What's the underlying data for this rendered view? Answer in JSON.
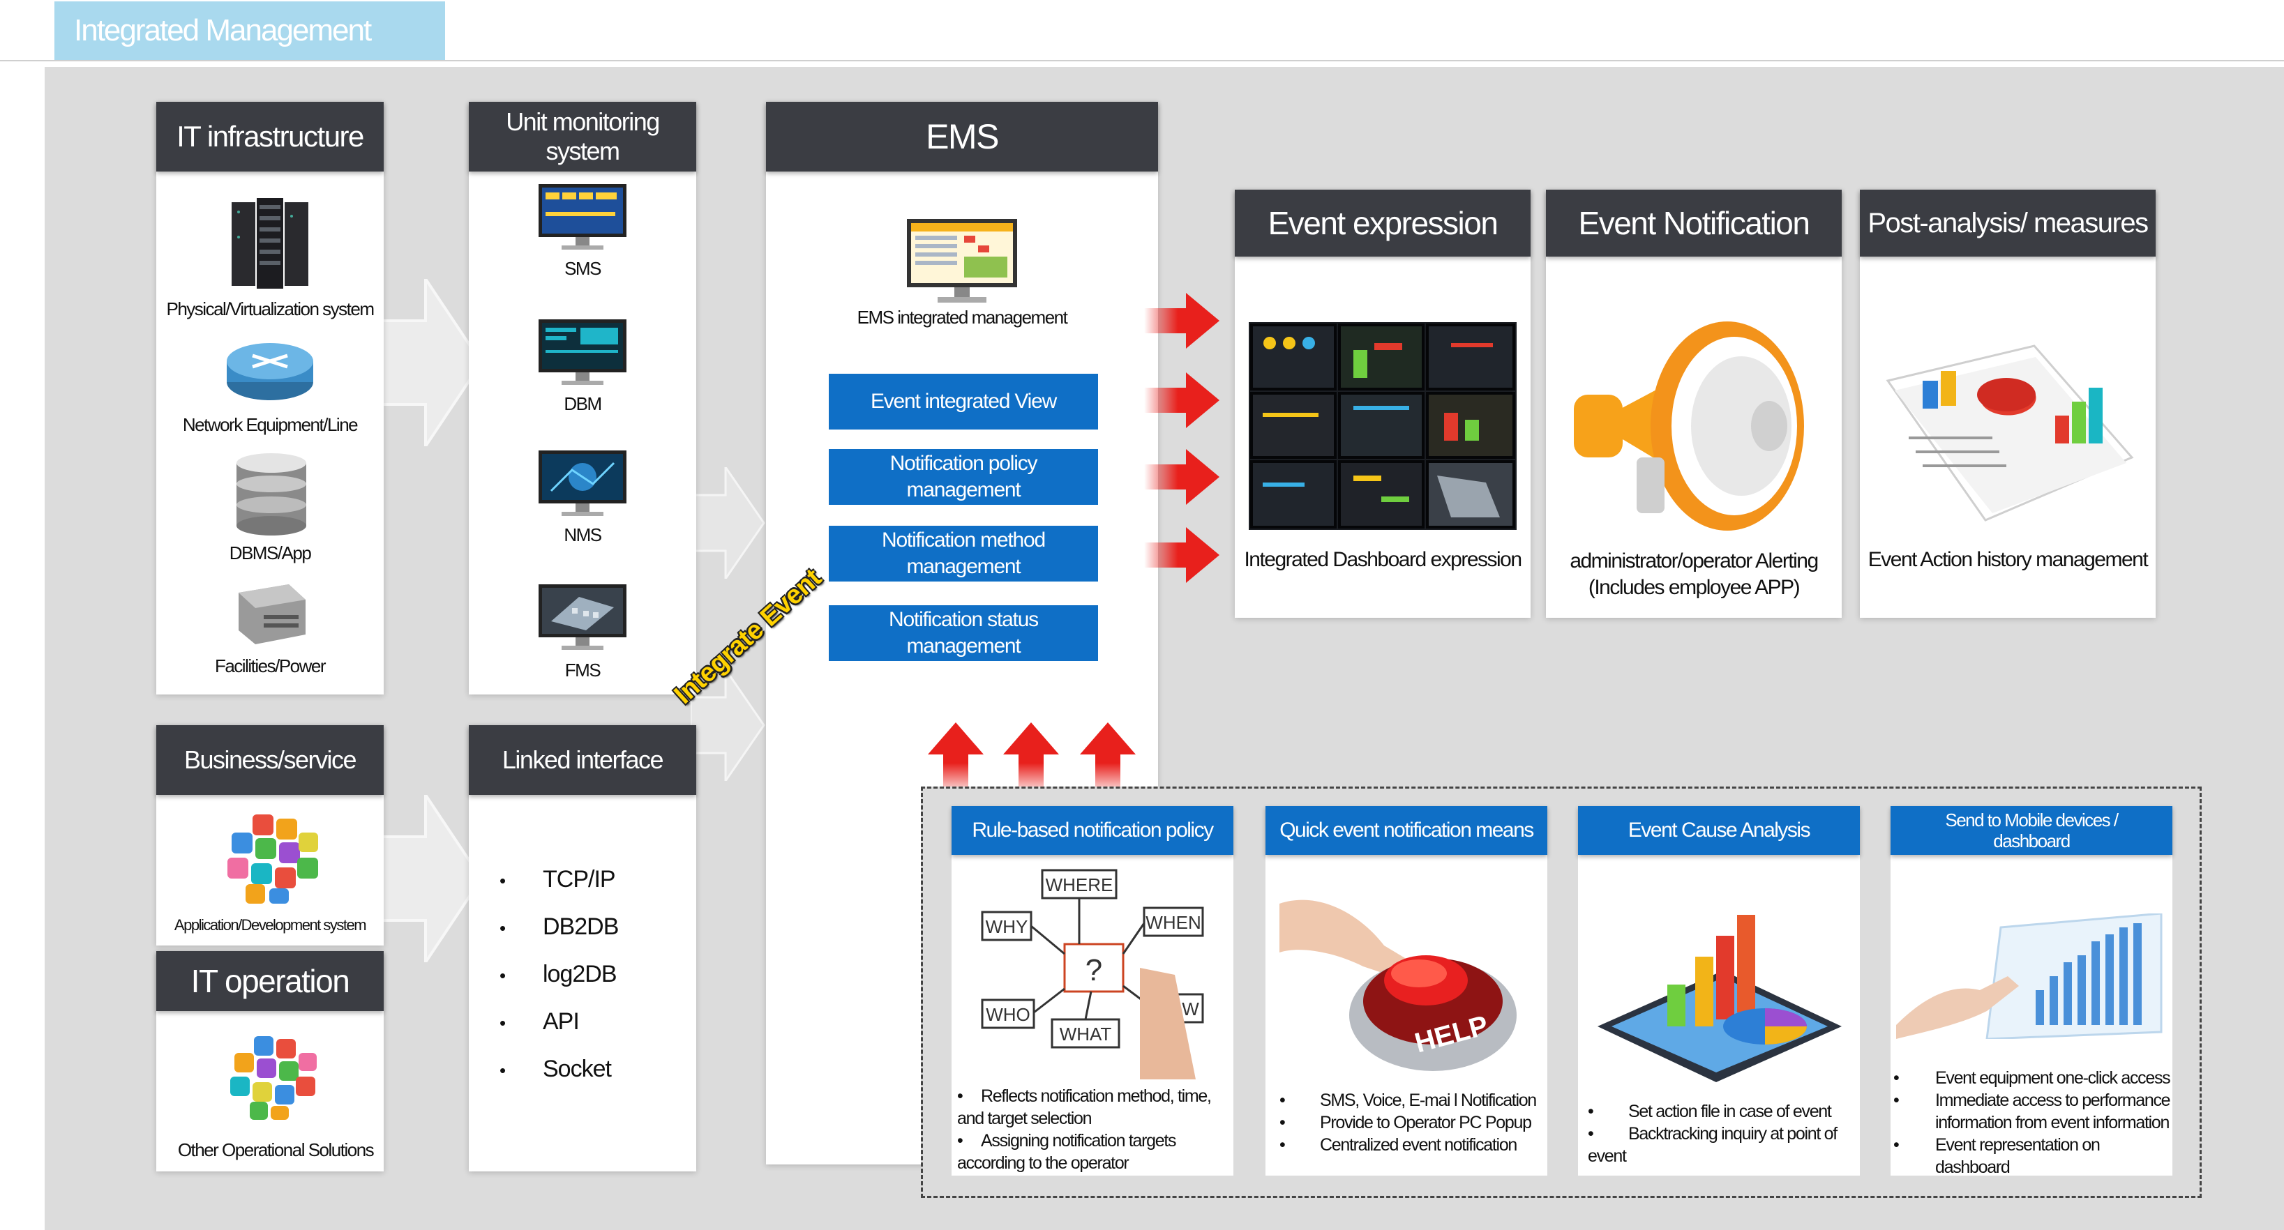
{
  "title": "Integrated Management System",
  "it_infrastructure": {
    "header": "IT infrastructure",
    "items": [
      "Physical/Virtualization system",
      "Network Equipment/Line",
      "DBMS/App",
      "Facilities/Power"
    ]
  },
  "unit_monitoring": {
    "header_line1": "Unit monitoring",
    "header_line2": "system",
    "items": [
      "SMS",
      "DBM",
      "NMS",
      "FMS"
    ]
  },
  "business_service": {
    "header": "Business/service",
    "item": "Application/Development system"
  },
  "it_operation": {
    "header": "IT operation",
    "item": "Other Operational Solutions"
  },
  "linked_interface": {
    "header": "Linked interface",
    "items": [
      "TCP/IP",
      "DB2DB",
      "log2DB",
      "API",
      "Socket"
    ]
  },
  "ems": {
    "header": "EMS",
    "caption": "EMS integrated management",
    "buttons": [
      {
        "l1": "Event integrated View",
        "l2": ""
      },
      {
        "l1": "Notification policy",
        "l2": "management"
      },
      {
        "l1": "Notification method",
        "l2": "management"
      },
      {
        "l1": "Notification status",
        "l2": "management"
      }
    ]
  },
  "integrate_label": "Integrate Event",
  "outputs": [
    {
      "header": "Event expression",
      "caption_l1": "Integrated Dashboard  expression",
      "caption_l2": ""
    },
    {
      "header": "Event Notification",
      "caption_l1": "administrator/operator Alerting",
      "caption_l2": "(Includes employee APP)"
    },
    {
      "header": "Post-analysis/ measures",
      "caption_l1": "Event Action history management",
      "caption_l2": ""
    }
  ],
  "features": [
    {
      "header_l1": "Rule-based notification policy",
      "header_l2": "",
      "bullets": [
        "Reflects notification method, time, and target selection",
        "Assigning notification targets according to the operator"
      ]
    },
    {
      "header_l1": "Quick event notification means",
      "header_l2": "",
      "bullets": [
        "SMS, Voice, E-mai l Notification",
        "Provide to Operator PC Popup",
        "Centralized event notification"
      ]
    },
    {
      "header_l1": "Event Cause Analysis",
      "header_l2": "",
      "bullets": [
        "Set action file in case of event",
        "Backtracking inquiry at point of event"
      ]
    },
    {
      "header_l1": "Send to Mobile devices /",
      "header_l2": "dashboard",
      "bullets": [
        "Event equipment one-click access",
        "Immediate access to performance information from event information",
        "Event representation on dashboard"
      ]
    }
  ],
  "question_words": [
    "WHERE",
    "WHY",
    "WHEN",
    "?",
    "WHO",
    "WHAT",
    "HOW"
  ],
  "help_button_text": "HELP",
  "colors": {
    "header_dark": "#3b3d43",
    "accent_blue": "#0f6fc6",
    "arrow_red": "#e8201c",
    "title_tab": "#a9d9ee",
    "label_yellow": "#ffd200"
  }
}
